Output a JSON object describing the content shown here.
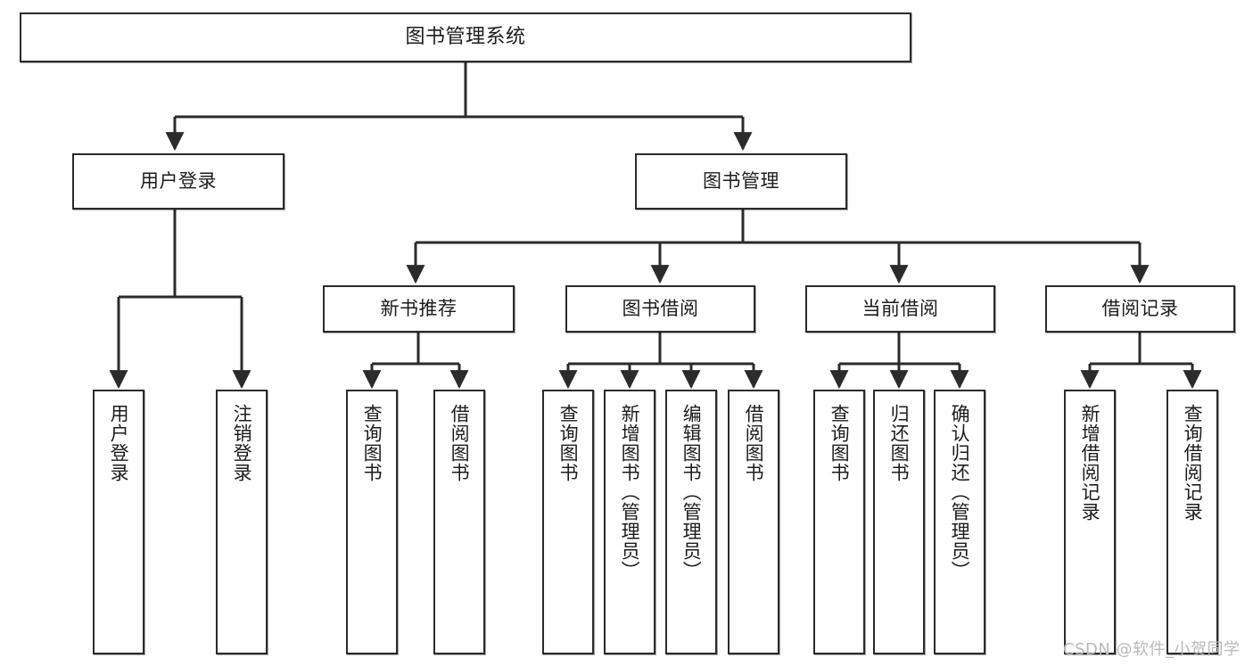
{
  "diagram": {
    "type": "tree",
    "title": "图书管理系统",
    "orientation": "top-down",
    "watermark": "CSDN @软件_小贺同学",
    "colors": {
      "box_border": "#2b2b2b",
      "box_fill": "#ffffff",
      "edge": "#2b2b2b",
      "text": "#1c1c1c",
      "watermark": "#b9b9b9",
      "background": "#ffffff"
    },
    "nodes": {
      "root": {
        "label": "图书管理系统"
      },
      "level2": [
        {
          "label": "用户登录"
        },
        {
          "label": "图书管理"
        }
      ],
      "level3": [
        {
          "label": "新书推荐"
        },
        {
          "label": "图书借阅"
        },
        {
          "label": "当前借阅"
        },
        {
          "label": "借阅记录"
        }
      ],
      "leaves_user_login": [
        {
          "label": "用户登录"
        },
        {
          "label": "注销登录"
        }
      ],
      "leaves_new_book": [
        {
          "label": "查询图书"
        },
        {
          "label": "借阅图书"
        }
      ],
      "leaves_borrow": [
        {
          "label": "查询图书"
        },
        {
          "label": "新增图书（管理员）"
        },
        {
          "label": "编辑图书（管理员）"
        },
        {
          "label": "借阅图书"
        }
      ],
      "leaves_current": [
        {
          "label": "查询图书"
        },
        {
          "label": "归还图书"
        },
        {
          "label": "确认归还（管理员）"
        }
      ],
      "leaves_records": [
        {
          "label": "新增借阅记录"
        },
        {
          "label": "查询借阅记录"
        }
      ]
    }
  }
}
